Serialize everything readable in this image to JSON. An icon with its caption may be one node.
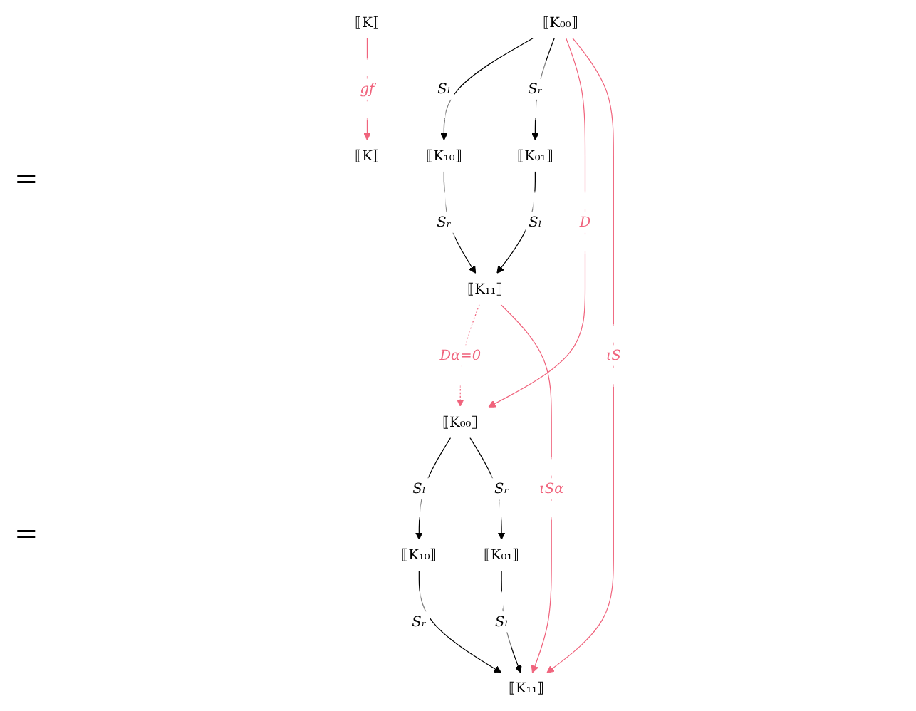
{
  "diagram": {
    "nodes": [
      {
        "text": [
          "⟦K⟧"
        ]
      },
      {
        "text": [
          "⟦K₀₀⟧"
        ]
      },
      {
        "text": [
          "⟦K₁₀⟧"
        ]
      },
      {
        "text": [
          "⟦K₀₁⟧"
        ]
      },
      {
        "text": [
          "⟦K₁₁⟧"
        ]
      },
      {
        "text": [
          "⟦K⟧"
        ]
      },
      {
        "text": [
          "⟦K₀₀⟧"
        ]
      },
      {
        "text": [
          "⟦K₁₀⟧"
        ]
      },
      {
        "text": [
          "⟦K₀₁⟧"
        ]
      },
      {
        "text": [
          "⟦K₁₁⟧"
        ]
      }
    ],
    "edges": [
      {
        "from": 1,
        "to": 2,
        "arrow": "to",
        "label": "Sₗ"
      },
      {
        "from": 2,
        "to": 4,
        "arrow": "to",
        "label": "Sᵣ"
      },
      {
        "from": 1,
        "to": 3,
        "arrow": "to",
        "label": "Sᵣ"
      },
      {
        "from": 3,
        "to": 4,
        "arrow": "to",
        "label": "Sₗ"
      },
      {
        "from": 0,
        "to": 5,
        "arrow": "to",
        "label": "gf",
        "color": "#f0647d"
      },
      {
        "from": 1,
        "to": 6,
        "arrow": "to",
        "label": "D",
        "color": "#f0647d"
      },
      {
        "from": 1,
        "to": 9,
        "arrow": "to",
        "label": "ιS",
        "color": "#f0647d"
      },
      {
        "from": 4,
        "to": 6,
        "arrow": "to",
        "label": "Dα=0",
        "style": "dashed",
        "color": "#f0647d"
      },
      {
        "from": 4,
        "to": 9,
        "arrow": "to",
        "label": "ιSα",
        "color": "#f0647d"
      },
      {
        "from": 6,
        "to": 7,
        "arrow": "to",
        "label": "Sₗ"
      },
      {
        "from": 7,
        "to": 9,
        "arrow": "to",
        "label": "Sᵣ"
      },
      {
        "from": 6,
        "to": 8,
        "arrow": "to",
        "label": "Sᵣ"
      },
      {
        "from": 8,
        "to": 9,
        "arrow": "to",
        "label": "Sₗ"
      }
    ],
    "labels": [
      "=",
      "="
    ]
  }
}
